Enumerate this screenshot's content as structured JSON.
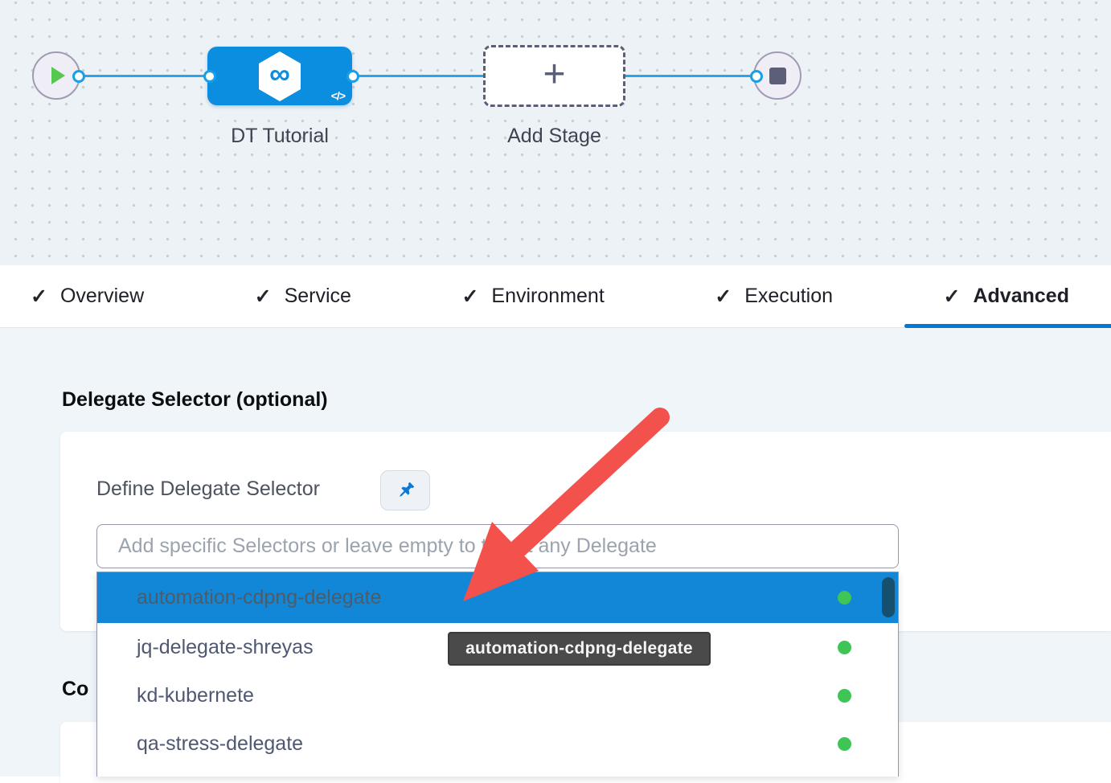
{
  "pipeline": {
    "stage_label": "DT Tutorial",
    "add_stage_label": "Add Stage",
    "plus_glyph": "+",
    "code_glyph": "</>",
    "infinity_glyph": "∞"
  },
  "icons": {
    "checkmark": "✓"
  },
  "tabs": [
    {
      "label": "Overview",
      "completed": true,
      "active": false
    },
    {
      "label": "Service",
      "completed": true,
      "active": false
    },
    {
      "label": "Environment",
      "completed": true,
      "active": false
    },
    {
      "label": "Execution",
      "completed": true,
      "active": false
    },
    {
      "label": "Advanced",
      "completed": true,
      "active": true
    }
  ],
  "advanced": {
    "section_title": "Delegate Selector (optional)",
    "field_label": "Define Delegate Selector",
    "input_value": "",
    "input_placeholder": "Add specific Selectors or leave empty to target any Delegate",
    "partial_section_title": "Co"
  },
  "dropdown": {
    "items": [
      {
        "label": "automation-cdpng-delegate",
        "status": "connected",
        "highlighted": true
      },
      {
        "label": "jq-delegate-shreyas",
        "status": "connected",
        "highlighted": false
      },
      {
        "label": "kd-kubernete",
        "status": "connected",
        "highlighted": false
      },
      {
        "label": "qa-stress-delegate",
        "status": "connected",
        "highlighted": false
      }
    ]
  },
  "tooltip": {
    "text": "automation-cdpng-delegate"
  },
  "colors": {
    "accent_blue": "#0278d5",
    "node_blue": "#0b8de0",
    "connector_blue": "#27a6ec",
    "highlight_blue": "#1287d8",
    "status_green": "#3ec556",
    "scrollbar_navy": "#15516f",
    "tooltip_gray": "#4a4a4a",
    "arrow_red": "#f2514c",
    "canvas_bg": "#edf2f7",
    "content_bg": "#eff5f9"
  }
}
